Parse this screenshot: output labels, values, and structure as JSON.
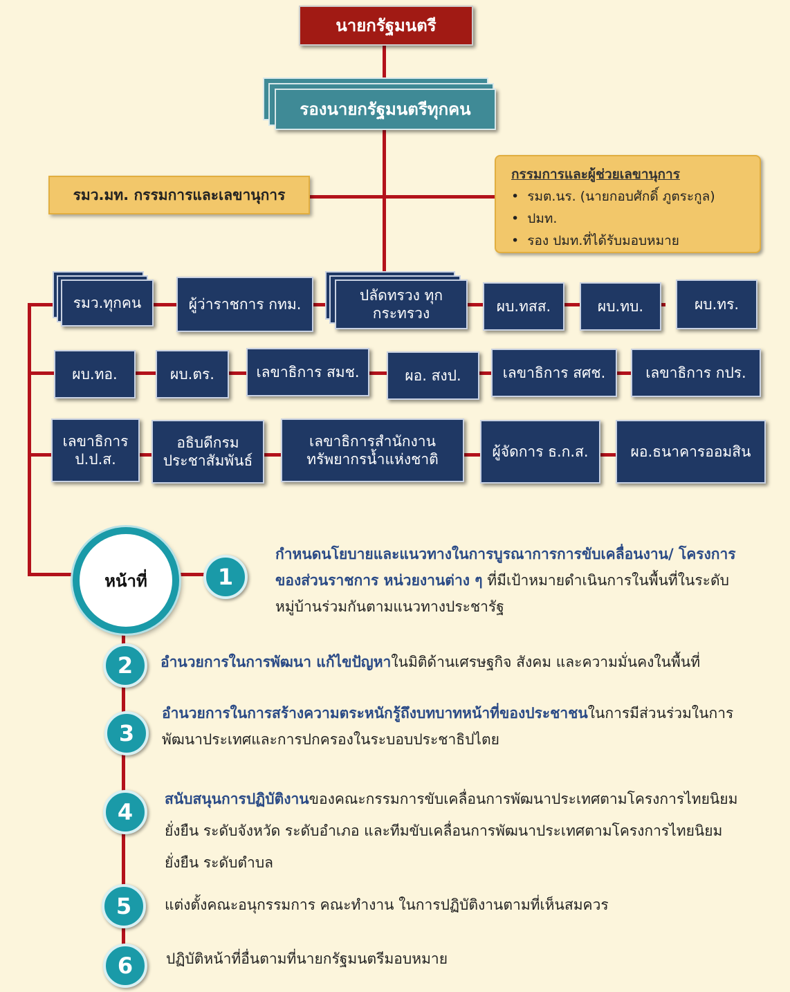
{
  "pm": "นายกรัฐมนตรี",
  "deputy": "รองนายกรัฐมนตรีทุกคน",
  "moi": "รมว.มท. กรรมการและเลขานุการ",
  "assistants": {
    "title": "กรรมการและผู้ช่วยเลขานุการ",
    "items": [
      "รมต.นร. (นายกอบศักดิ์  ภูตระกูล)",
      "ปมท.",
      "รอง ปมท.ที่ได้รับมอบหมาย"
    ]
  },
  "row1": [
    "รมว.ทุกคน",
    "ผู้ว่าราชการ กทม.",
    "ปลัดทรวง ทุกกระทรวง",
    "ผบ.ทสส.",
    "ผบ.ทบ.",
    "ผบ.ทร."
  ],
  "row2": [
    "ผบ.ทอ.",
    "ผบ.ตร.",
    "เลขาธิการ สมช.",
    "ผอ. สงป.",
    "เลขาธิการ สศช.",
    "เลขาธิการ กปร."
  ],
  "row3": [
    "เลขาธิการ ป.ป.ส.",
    "อธิบดีกรม ประชาสัมพันธ์",
    "เลขาธิการสำนักงาน ทรัพยากรน้ำแห่งชาติ",
    "ผู้จัดการ ธ.ก.ส.",
    "ผอ.ธนาคารออมสิน"
  ],
  "duties_label": "หน้าที่",
  "duties": [
    {
      "n": "1",
      "emph": "กำหนดนโยบายและแนวทางในการบูรณาการการขับเคลื่อนงาน/ โครงการของส่วนราชการ หน่วยงานต่าง ๆ",
      "rest": " ที่มีเป้าหมายดำเนินการในพื้นที่ในระดับหมู่บ้านร่วมกันตามแนวทางประชารัฐ"
    },
    {
      "n": "2",
      "emph": "อำนวยการในการพัฒนา แก้ไขปัญหา",
      "rest": "ในมิติด้านเศรษฐกิจ สังคม และความมั่นคงในพื้นที่"
    },
    {
      "n": "3",
      "emph": "อำนวยการในการสร้างความตระหนักรู้ถึงบทบาทหน้าที่ของประชาชน",
      "rest": "ในการมีส่วนร่วมในการพัฒนาประเทศและการปกครองในระบอบประชาธิปไตย"
    },
    {
      "n": "4",
      "emph": "สนับสนุนการปฏิบัติงาน",
      "rest": "ของคณะกรรมการขับเคลื่อนการพัฒนาประเทศตามโครงการไทยนิยม ยั่งยืน ระดับจังหวัด ระดับอำเภอ และทีมขับเคลื่อนการพัฒนาประเทศตามโครงการไทยนิยม ยั่งยืน ระดับตำบล"
    },
    {
      "n": "5",
      "emph": "",
      "rest": "แต่งตั้งคณะอนุกรรมการ คณะทำงาน ในการปฏิบัติงานตามที่เห็นสมควร"
    },
    {
      "n": "6",
      "emph": "",
      "rest": "ปฏิบัติหน้าที่อื่นตามที่นายกรัฐมนตรีมอบหมาย"
    }
  ]
}
